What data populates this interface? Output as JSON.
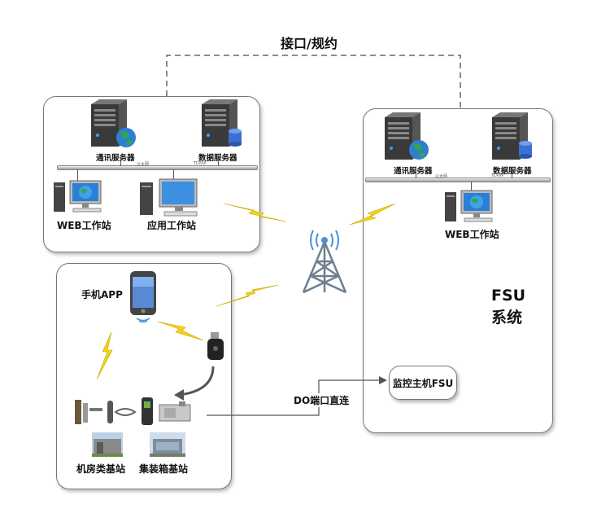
{
  "header": {
    "interface_label": "接口/规约"
  },
  "left_center": {
    "comm_server": "通讯服务器",
    "data_server": "数据服务器",
    "bus_note": "TCP/IP",
    "bus_note_left": "以太网",
    "web_ws": "WEB工作站",
    "app_ws": "应用工作站"
  },
  "right_center": {
    "comm_server": "通讯服务器",
    "data_server": "数据服务器",
    "bus_note": "TCP/IP",
    "bus_note_left": "以太网",
    "web_ws": "WEB工作站",
    "system_line1": "FSU",
    "system_line2": "系统",
    "monitor_host": "监控主机FSU"
  },
  "site": {
    "phone_app": "手机APP",
    "room_station": "机房类基站",
    "container_station": "集装箱基站"
  },
  "link": {
    "do_label": "DO端口直连"
  },
  "icons": {
    "server": "server-icon",
    "globe": "globe-icon",
    "database": "database-icon",
    "workstation": "workstation-icon",
    "tower": "wireless-tower-icon",
    "lightning": "lightning-icon",
    "phone": "smartphone-icon",
    "lock": "smart-lock-icon"
  },
  "colors": {
    "lightning": "#f3d21a",
    "screen": "#2b7fd6",
    "globe": "#2fa84a",
    "db": "#3b6fd0",
    "tower": "#6e7f8f",
    "arrow": "#555555"
  }
}
